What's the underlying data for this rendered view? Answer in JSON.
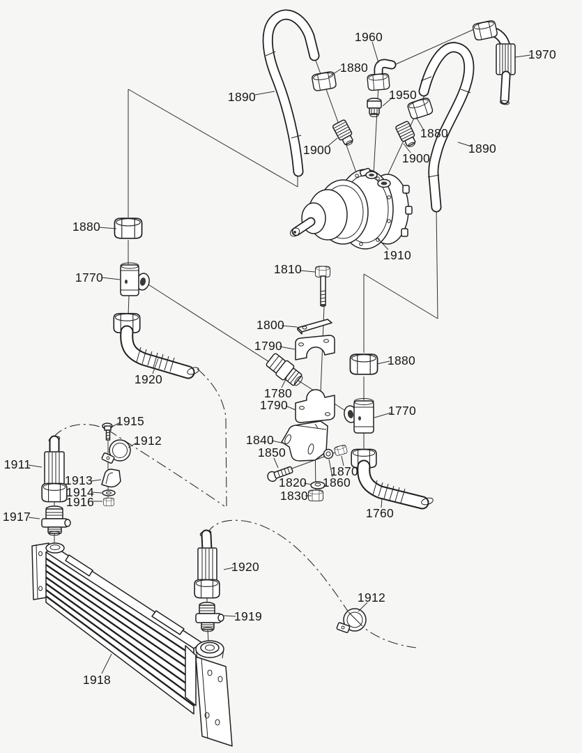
{
  "diagram": {
    "type": "exploded-parts-diagram",
    "subject": "hydraulic-motor-hose-and-oil-cooler-assembly",
    "background_color": "#f6f6f5",
    "ink_color": "#1f1f1f",
    "labels": [
      {
        "text": "1890"
      },
      {
        "text": "1960"
      },
      {
        "text": "1880"
      },
      {
        "text": "1950"
      },
      {
        "text": "1880"
      },
      {
        "text": "1890"
      },
      {
        "text": "1970"
      },
      {
        "text": "1900"
      },
      {
        "text": "1900"
      },
      {
        "text": "1910"
      },
      {
        "text": "1880"
      },
      {
        "text": "1770"
      },
      {
        "text": "1810"
      },
      {
        "text": "1800"
      },
      {
        "text": "1790"
      },
      {
        "text": "1780"
      },
      {
        "text": "1790"
      },
      {
        "text": "1880"
      },
      {
        "text": "1770"
      },
      {
        "text": "1920"
      },
      {
        "text": "1840"
      },
      {
        "text": "1850"
      },
      {
        "text": "1870"
      },
      {
        "text": "1820"
      },
      {
        "text": "1860"
      },
      {
        "text": "1830"
      },
      {
        "text": "1760"
      },
      {
        "text": "1915"
      },
      {
        "text": "1912"
      },
      {
        "text": "1911"
      },
      {
        "text": "1913"
      },
      {
        "text": "1914"
      },
      {
        "text": "1916"
      },
      {
        "text": "1917"
      },
      {
        "text": "1920"
      },
      {
        "text": "1919"
      },
      {
        "text": "1918"
      },
      {
        "text": "1912"
      }
    ]
  }
}
